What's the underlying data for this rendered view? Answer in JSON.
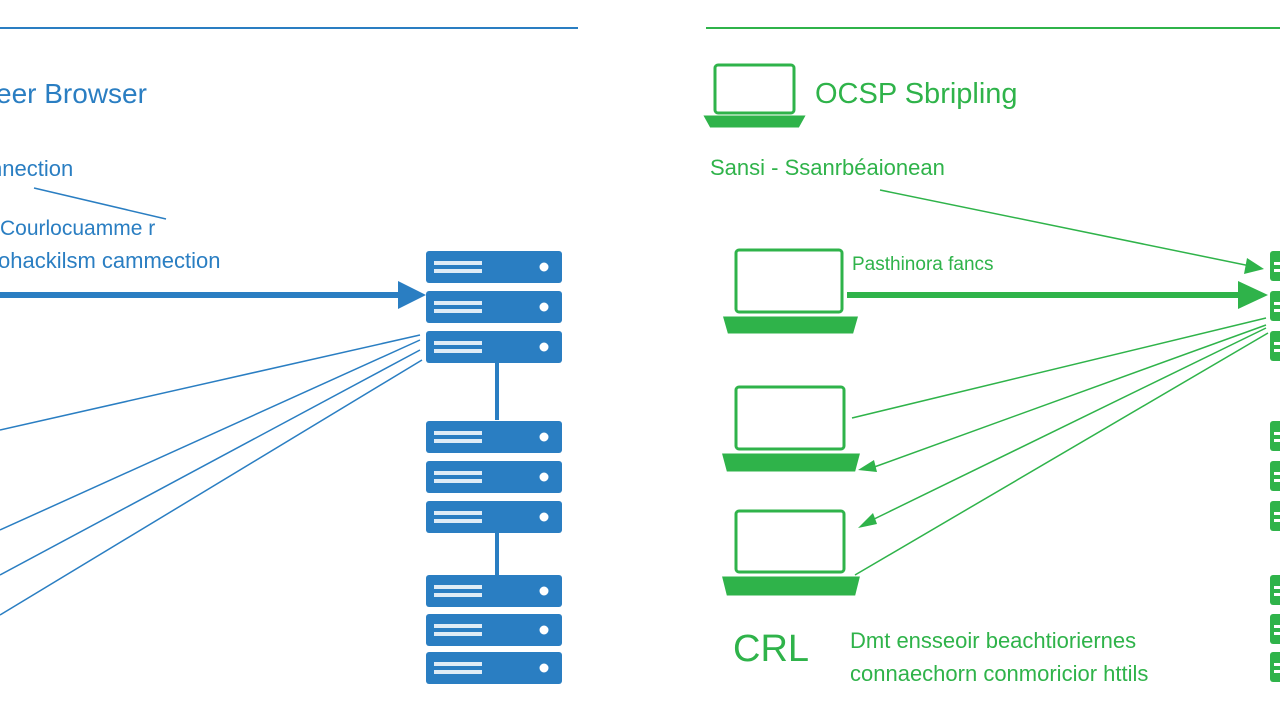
{
  "left_panel": {
    "title": "eer Browser",
    "label_connection": "nnection",
    "label_line1": "Courlocuamme r",
    "label_line2": "ohackilsm cammection"
  },
  "right_panel": {
    "title": "OCSP Sbripling",
    "subtitle": "Sansi - Ssanrbéaionean",
    "arrow_label": "Pasthinora fancs",
    "crl_label": "CRL",
    "note_line1": "Dmt ensseoir beachtioriernes",
    "note_line2": "connaechorn conmoricior httils"
  },
  "colors": {
    "blue": "#2a7ec2",
    "green": "#2fb34a",
    "background": "#ffffff"
  },
  "icons": {
    "left": [
      "server-rack-icon"
    ],
    "right": [
      "laptop-icon",
      "server-rack-icon"
    ]
  }
}
